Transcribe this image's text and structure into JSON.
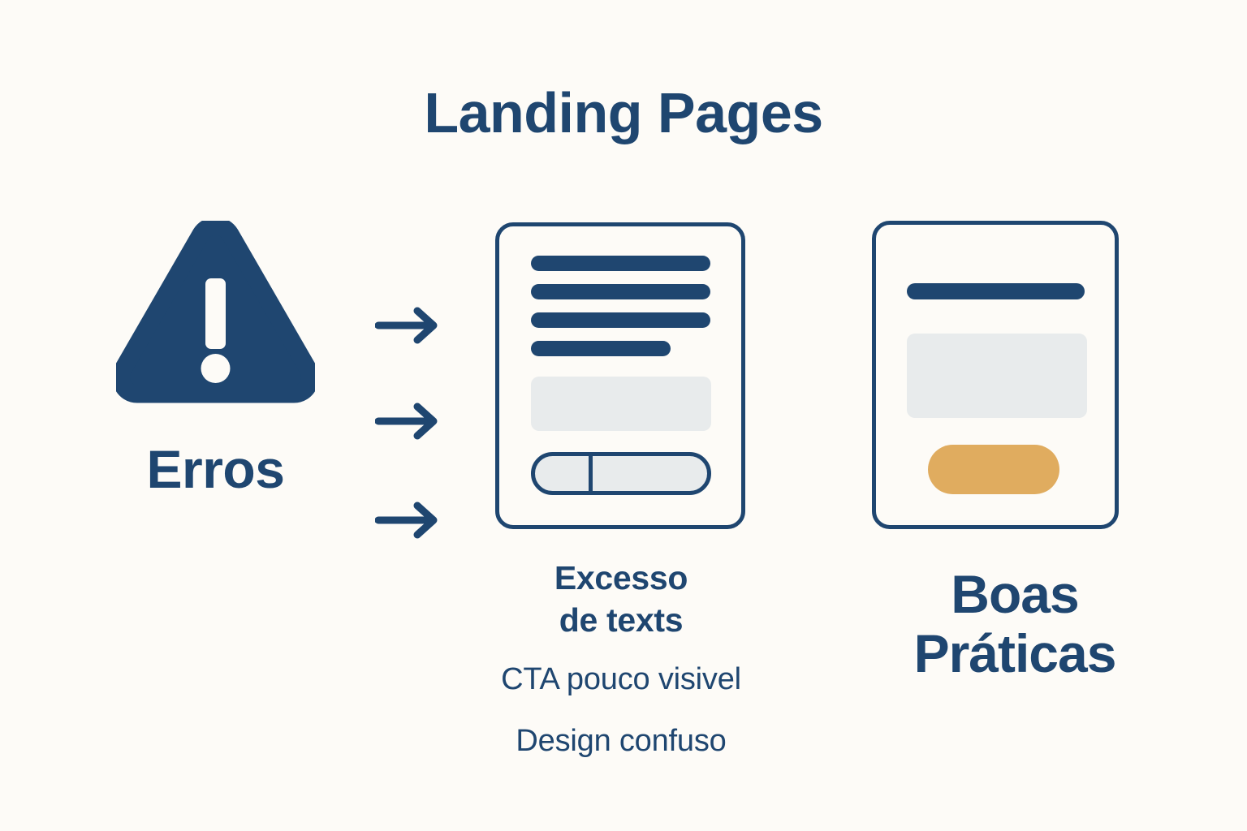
{
  "page": {
    "title": "Landing Pages",
    "background_color": "#FDFBF7",
    "accent_navy": "#1F4670",
    "accent_amber": "#E0AC5F",
    "neutral_gray": "#E8EBEC"
  },
  "errors_section": {
    "icon_name": "warning-triangle-icon",
    "label": "Erros"
  },
  "arrows": [
    {
      "name": "arrow-right-1"
    },
    {
      "name": "arrow-right-2"
    },
    {
      "name": "arrow-right-3"
    }
  ],
  "bad_example": {
    "card_name": "bad-landing-page-mockup",
    "caption": "Excesso\nde texts",
    "caption_line_1": "Excesso",
    "caption_line_2": "de texts",
    "issues": [
      "CTA pouco visivel",
      "Design confuso"
    ],
    "elements": {
      "text_bars": 4,
      "gray_block": "content-placeholder",
      "cta": "split-low-contrast-button"
    }
  },
  "good_example": {
    "card_name": "good-landing-page-mockup",
    "caption_line_1": "Boas",
    "caption_line_2": "Práticas",
    "elements": {
      "headline_bar": 1,
      "gray_block": "content-placeholder",
      "cta": "amber-prominent-button"
    }
  }
}
